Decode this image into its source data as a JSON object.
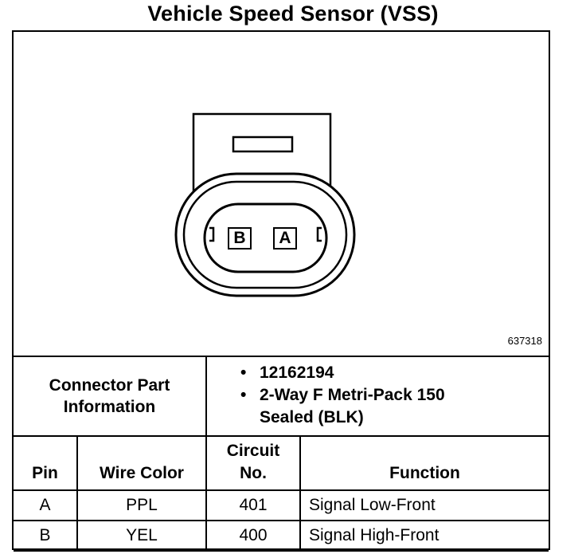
{
  "title": "Vehicle Speed Sensor (VSS)",
  "figure_id": "637318",
  "connector": {
    "pins": [
      "B",
      "A"
    ]
  },
  "part_info": {
    "label_line1": "Connector Part",
    "label_line2": "Information",
    "items": [
      "12162194",
      "2-Way F Metri-Pack 150",
      "Sealed (BLK)"
    ]
  },
  "table": {
    "headers": {
      "pin": "Pin",
      "wire_color": "Wire Color",
      "circuit_line1": "Circuit",
      "circuit_line2": "No.",
      "function": "Function"
    },
    "rows": [
      {
        "pin": "A",
        "wire_color": "PPL",
        "circuit": "401",
        "function": "Signal Low-Front"
      },
      {
        "pin": "B",
        "wire_color": "YEL",
        "circuit": "400",
        "function": "Signal High-Front"
      }
    ]
  }
}
